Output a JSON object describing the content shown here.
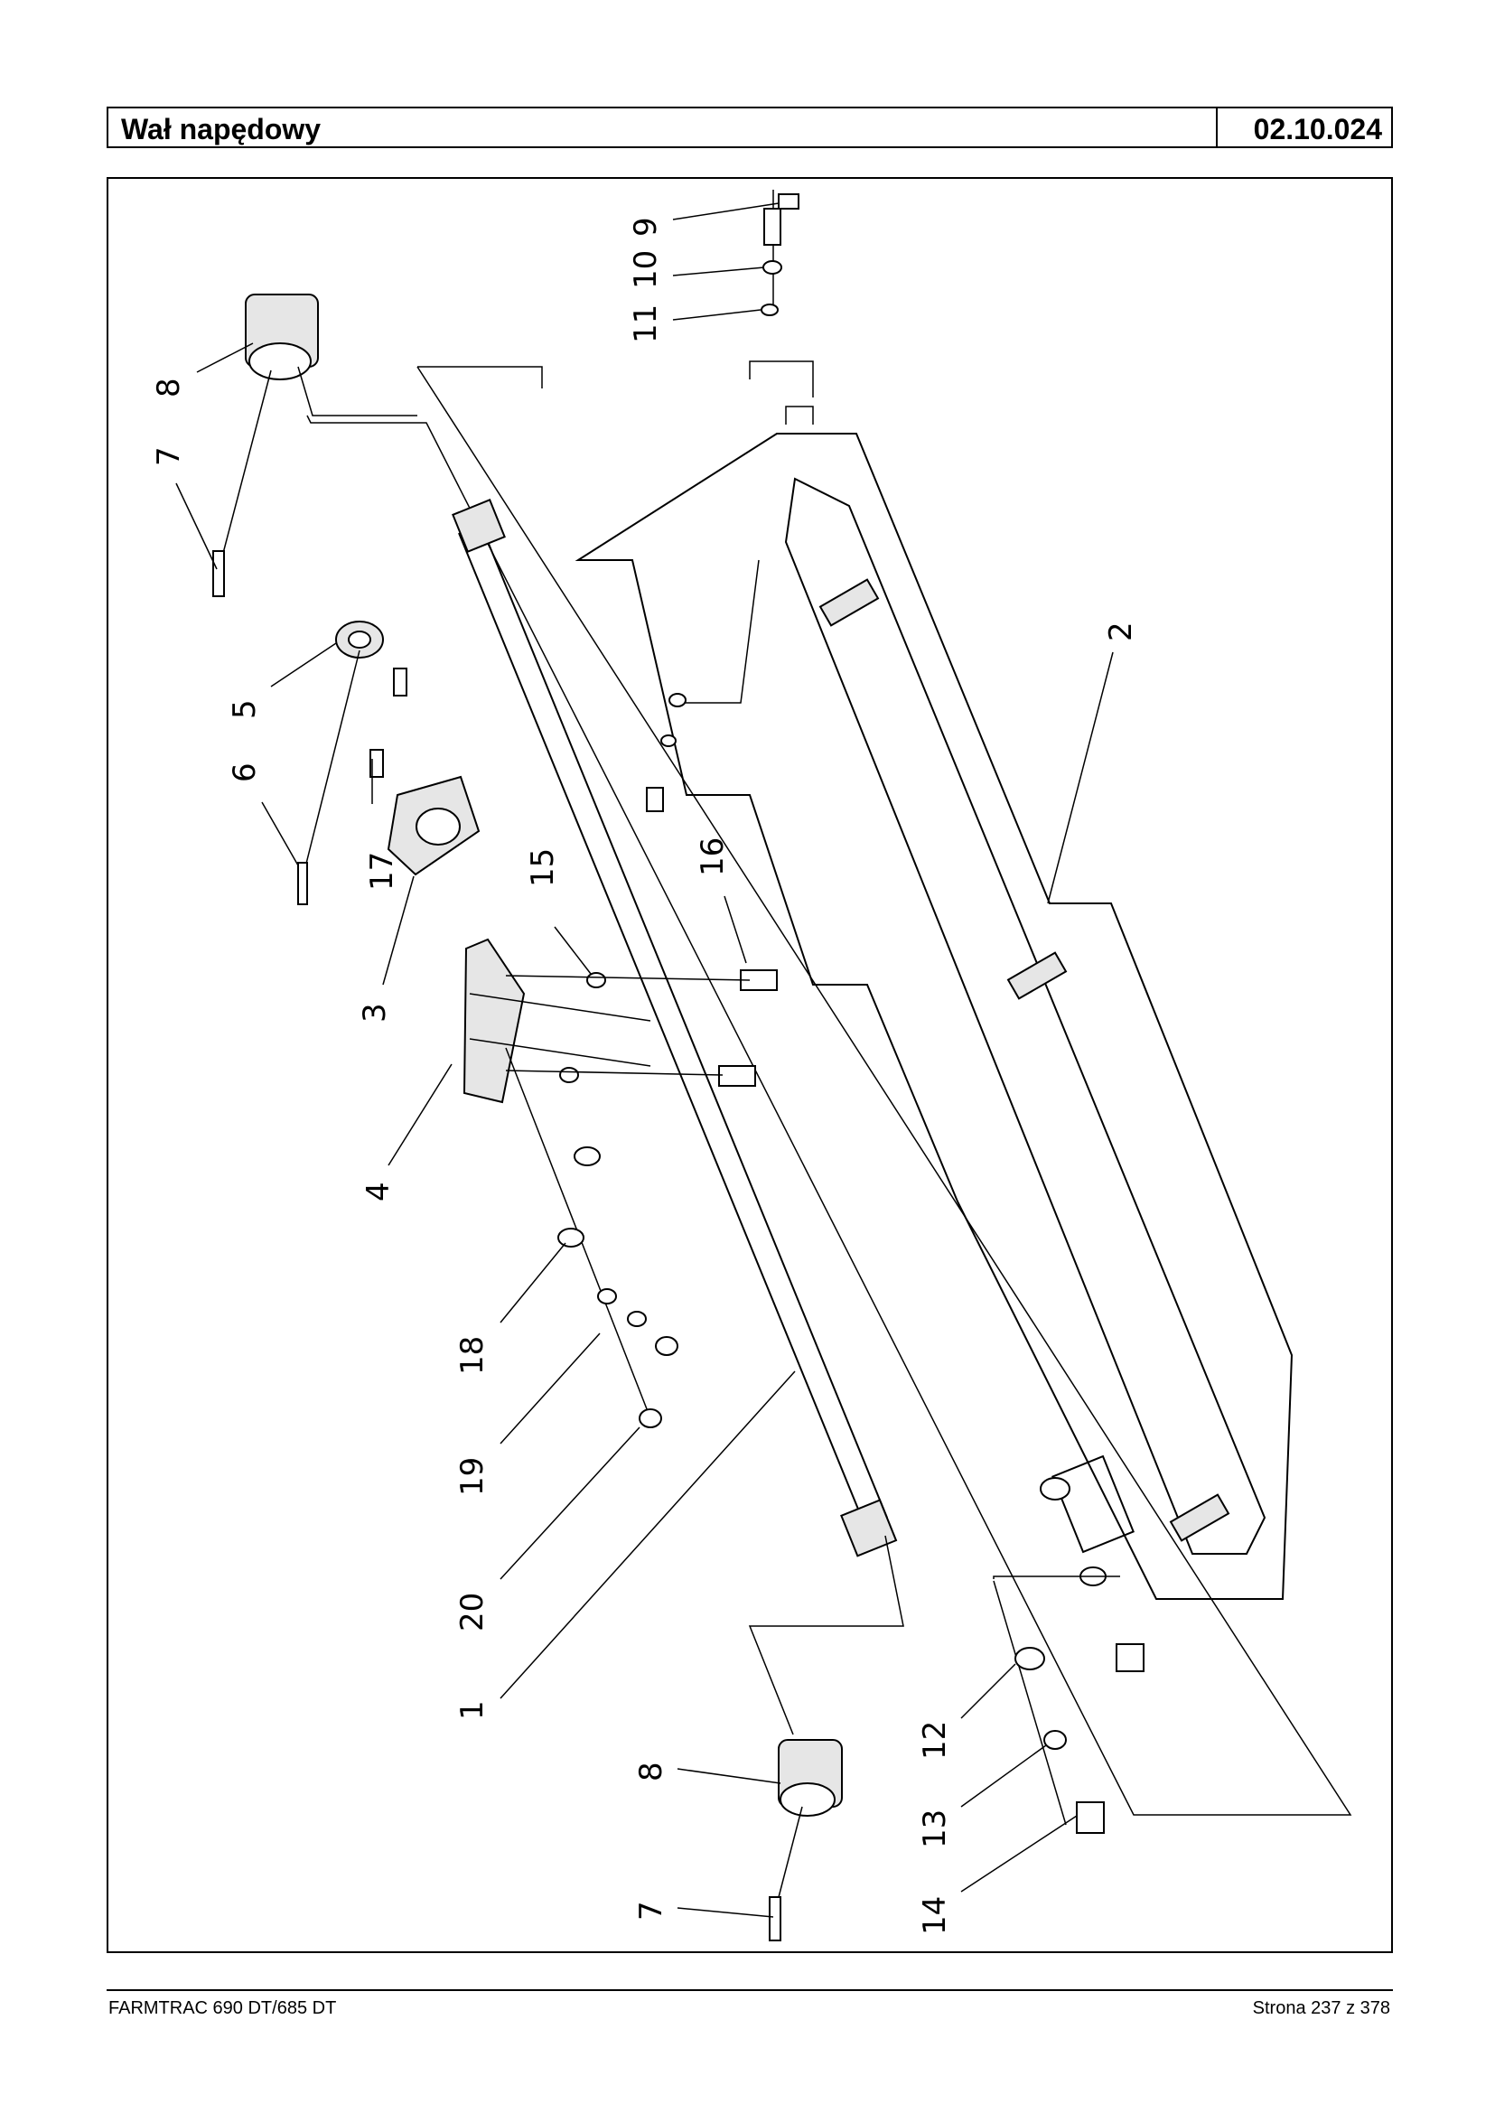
{
  "header": {
    "title": "Wał napędowy",
    "code": "02.10.024"
  },
  "footer": {
    "left": "FARMTRAC 690 DT/685 DT",
    "right": "Strona 237 z 378"
  },
  "callouts": [
    "9",
    "10",
    "11",
    "8",
    "7",
    "5",
    "6",
    "17",
    "3",
    "4",
    "15",
    "16",
    "2",
    "18",
    "19",
    "20",
    "1",
    "8",
    "7",
    "12",
    "13",
    "14"
  ]
}
